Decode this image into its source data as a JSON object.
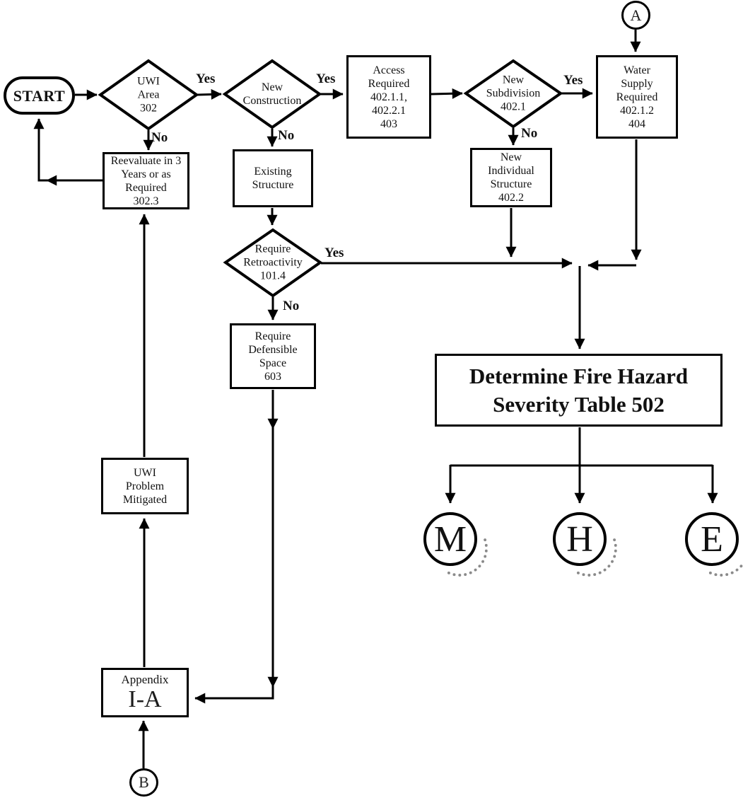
{
  "nodes": {
    "start": "START",
    "uwi_area": "UWI\nArea\n302",
    "new_construction": "New\nConstruction",
    "access_required": "Access\nRequired\n402.1.1,\n402.2.1\n403",
    "new_subdivision": "New\nSubdivision\n402.1",
    "water_supply": "Water\nSupply\nRequired\n402.1.2\n404",
    "reevaluate": "Reevaluate in 3\nYears or as\nRequired\n302.3",
    "existing_structure": "Existing\nStructure",
    "new_individual_structure": "New\nIndividual\nStructure\n402.2",
    "require_retroactivity": "Require\nRetroactivity\n101.4",
    "require_defensible_space": "Require\nDefensible\nSpace\n603",
    "determine_fire_hazard": "Determine Fire Hazard\nSeverity Table 502",
    "uwi_problem_mitigated": "UWI\nProblem\nMitigated",
    "appendix_title": "Appendix",
    "appendix_code": "I-A"
  },
  "connectors": {
    "a": "A",
    "b": "B"
  },
  "severity": {
    "moderate": "M",
    "high": "H",
    "extreme": "E"
  },
  "labels": {
    "yes": "Yes",
    "no": "No"
  },
  "colors": {
    "line": "#000000",
    "background": "#ffffff"
  }
}
